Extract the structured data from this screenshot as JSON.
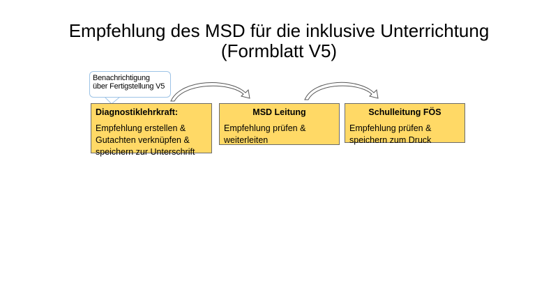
{
  "title": {
    "line1": "Empfehlung des MSD für die inklusive Unterrichtung",
    "line2": "(Formblatt V5)"
  },
  "callout": {
    "line1": "Benachrichtigung",
    "line2": "über Fertigstellung V5"
  },
  "steps": [
    {
      "heading": "Diagnostiklehrkraft:",
      "lines": [
        "Empfehlung  erstellen &",
        "Gutachten  verknüpfen  &",
        "speichern  zur  Unterschrift"
      ]
    },
    {
      "heading": "MSD Leitung",
      "lines": [
        "Empfehlung  prüfen  &",
        "weiterleiten"
      ]
    },
    {
      "heading": "Schulleitung  FÖS",
      "lines": [
        "Empfehlung  prüfen  &",
        "speichern  zum  Druck"
      ]
    }
  ],
  "colors": {
    "box": "#ffd966",
    "callout_border": "#9dc3e6"
  }
}
